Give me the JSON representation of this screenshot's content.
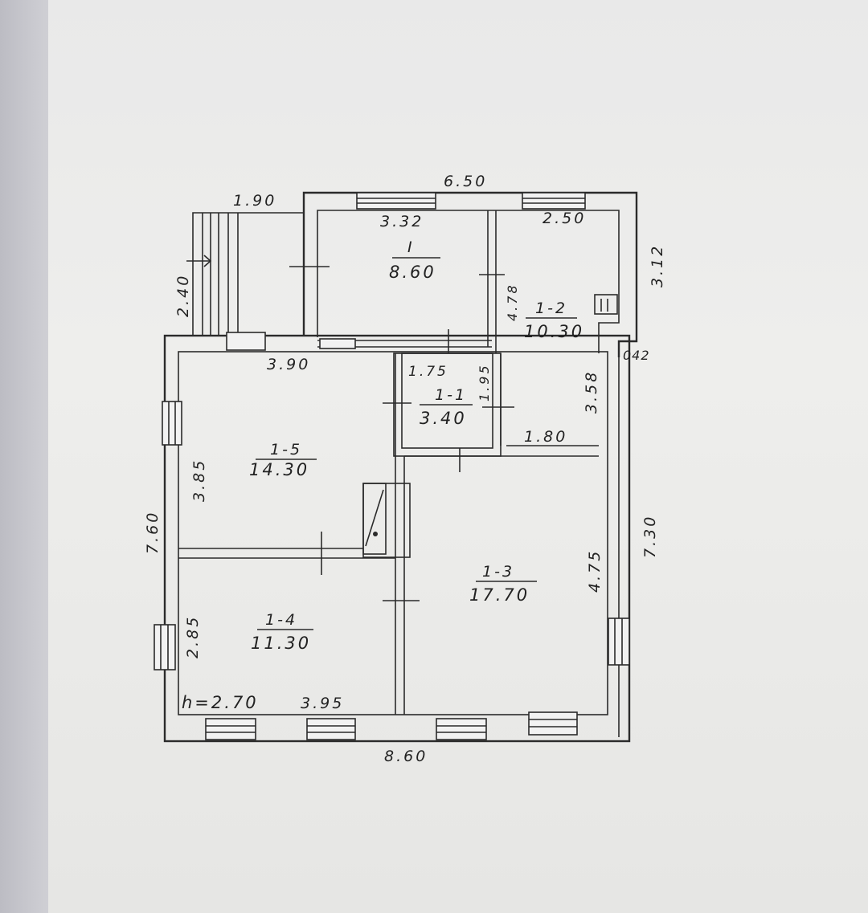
{
  "overall": {
    "top_width": "6.50",
    "bottom_width": "8.60",
    "left_height": "7.60",
    "right_height": "7.30",
    "right_offset": "042",
    "right_upper": "3.12"
  },
  "porch": {
    "width": "1.90",
    "depth": "2.40"
  },
  "rooms": [
    {
      "id": "I",
      "area": "8.60",
      "width": "3.32",
      "depth": "4.78"
    },
    {
      "id": "1-2",
      "area": "10.30",
      "width": "2.50",
      "depth": "3.58"
    },
    {
      "id": "1-1",
      "area": "3.40",
      "width": "1.75",
      "depth": "1.95"
    },
    {
      "id": "1-5",
      "area": "14.30",
      "width": "3.90",
      "depth": "3.85"
    },
    {
      "id": "1-3",
      "area": "17.70",
      "width": "1.80",
      "depth": "4.75"
    },
    {
      "id": "1-4",
      "area": "11.30",
      "width": "3.95",
      "depth": "2.85"
    }
  ],
  "ceiling_height": "h=2.70"
}
